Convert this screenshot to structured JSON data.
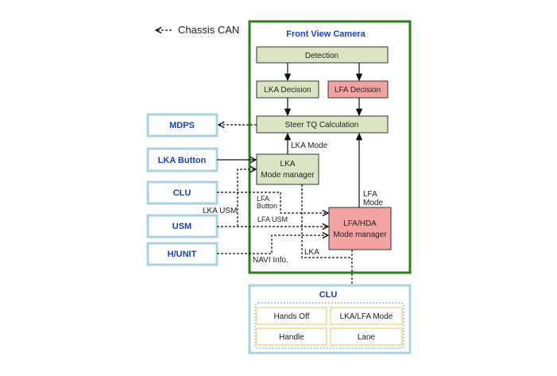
{
  "legend": {
    "label": "Chassis CAN"
  },
  "camera": {
    "title": "Front View Camera",
    "detection": "Detection",
    "lka_decision": "LKA Decision",
    "lfa_decision": "LFA Decision",
    "steer": "Steer TQ Calculation",
    "lka_mm": [
      "LKA",
      "Mode manager"
    ],
    "lfa_mm": [
      "LFA/HDA",
      "Mode manager"
    ]
  },
  "external": {
    "mdps": "MDPS",
    "lka_button": "LKA Button",
    "clu": "CLU",
    "usm": "USM",
    "hunit": "H/UNIT"
  },
  "labels": {
    "lka_mode": "LKA Mode",
    "lfa_mode": [
      "LFA",
      "Mode"
    ],
    "lfa_button": [
      "LFA",
      "Button"
    ],
    "lka_usm": "LKA USM",
    "lfa_usm": "LFA USM",
    "navi": "NAVI Info.",
    "lka": "LKA"
  },
  "clu_display": {
    "title": "CLU",
    "cells": [
      "Hands Off",
      "LKA/LFA Mode",
      "Handle",
      "Lane"
    ]
  },
  "colors": {
    "camera_border": "#2e7d1e",
    "green_box": "#dbe5c4",
    "pink_box": "#f4a3a3",
    "external_border": "#a8d4e0",
    "cell_border": "#f0c060",
    "title_blue": "#1a3fd6"
  }
}
